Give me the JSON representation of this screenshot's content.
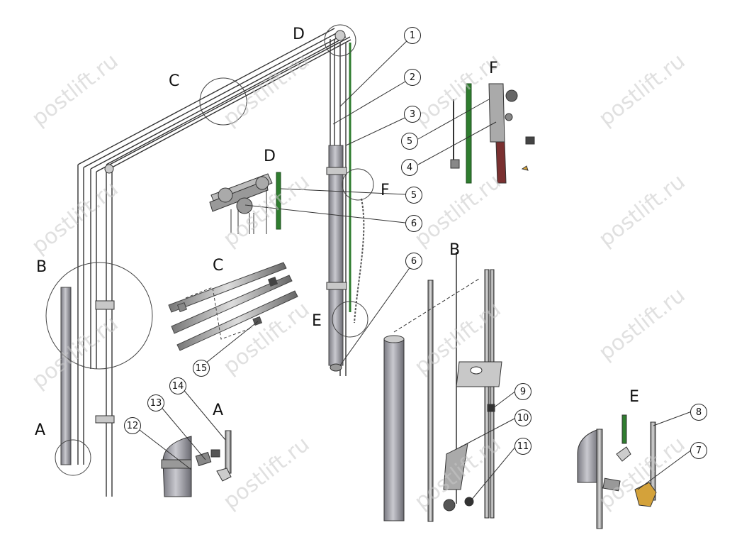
{
  "watermark": "postlift.ru",
  "views": [
    "A",
    "B",
    "C",
    "D",
    "E",
    "F"
  ],
  "part_numbers": [
    "1",
    "2",
    "3",
    "4",
    "5",
    "6",
    "7",
    "8",
    "9",
    "10",
    "11",
    "12",
    "13",
    "14",
    "15"
  ],
  "colors": {
    "line": "#333333",
    "metal": "#9a9aa2",
    "metal_dark": "#6e6e78",
    "hose_green": "#2f7d2f",
    "brass": "#d4a23a",
    "chain_red": "#7a3030",
    "watermark": "#c8c8c8"
  }
}
